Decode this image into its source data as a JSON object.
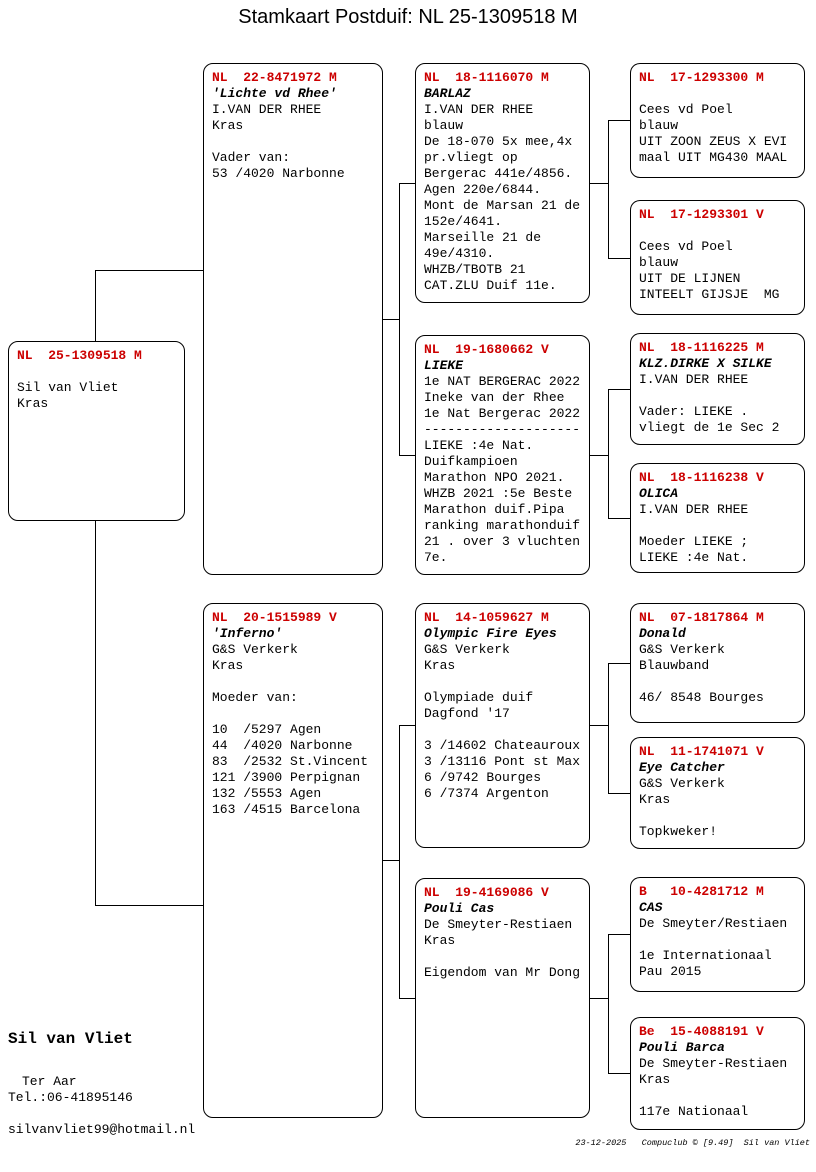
{
  "title": "Stamkaart Postduif: NL  25-1309518 M",
  "colors": {
    "ring_red": "#cc0000",
    "line_black": "#000000"
  },
  "boxes": {
    "subject": {
      "ring": "NL  25-1309518 M",
      "name": "",
      "body": "Sil van Vliet\nKras"
    },
    "sire": {
      "ring": "NL  22-8471972 M",
      "name": "'Lichte vd Rhee'",
      "body": "I.VAN DER RHEE\nKras\n\nVader van:\n53 /4020 Narbonne"
    },
    "dam": {
      "ring": "NL  20-1515989 V",
      "name": "'Inferno'",
      "body": "G&S Verkerk\nKras\n\nMoeder van:\n\n10  /5297 Agen\n44  /4020 Narbonne\n83  /2532 St.Vincent\n121 /3900 Perpignan\n132 /5553 Agen\n163 /4515 Barcelona"
    },
    "ss": {
      "ring": "NL  18-1116070 M",
      "name": "BARLAZ",
      "body": "I.VAN DER RHEE\nblauw\nDe 18-070 5x mee,4x\npr.vliegt op\nBergerac 441e/4856.\nAgen 220e/6844.\nMont de Marsan 21 de\n152e/4641.\nMarseille 21 de\n49e/4310.\nWHZB/TBOTB 21\nCAT.ZLU Duif 11e."
    },
    "sd": {
      "ring": "NL  19-1680662 V",
      "name": "LIEKE",
      "body": "1e NAT BERGERAC 2022\nIneke van der Rhee\n1e Nat Bergerac 2022\n--------------------\nLIEKE :4e Nat.\nDuifkampioen\nMarathon NPO 2021.\nWHZB 2021 :5e Beste\nMarathon duif.Pipa\nranking marathonduif\n21 . over 3 vluchten\n7e."
    },
    "ds": {
      "ring": "NL  14-1059627 M",
      "name": "Olympic Fire Eyes",
      "body": "G&S Verkerk\nKras\n\nOlympiade duif\nDagfond '17\n\n3 /14602 Chateauroux\n3 /13116 Pont st Max\n6 /9742 Bourges\n6 /7374 Argenton"
    },
    "dd": {
      "ring": "NL  19-4169086 V",
      "name": "Pouli Cas",
      "body": "De Smeyter-Restiaen\nKras\n\nEigendom van Mr Dong"
    },
    "sss": {
      "ring": "NL  17-1293300 M",
      "name": "",
      "body": "Cees vd Poel\nblauw\nUIT ZOON ZEUS X EVI\nmaal UIT MG430 MAAL"
    },
    "ssd": {
      "ring": "NL  17-1293301 V",
      "name": "",
      "body": "Cees vd Poel\nblauw\nUIT DE LIJNEN\nINTEELT GIJSJE  MG"
    },
    "sds": {
      "ring": "NL  18-1116225 M",
      "name": "KLZ.DIRKE X SILKE",
      "body": "I.VAN DER RHEE\n\nVader: LIEKE .\nvliegt de 1e Sec 2"
    },
    "sdd": {
      "ring": "NL  18-1116238 V",
      "name": "OLICA",
      "body": "I.VAN DER RHEE\n\nMoeder LIEKE ;\nLIEKE :4e Nat."
    },
    "dss": {
      "ring": "NL  07-1817864 M",
      "name": "Donald",
      "body": "G&S Verkerk\nBlauwband\n\n46/ 8548 Bourges"
    },
    "dsd": {
      "ring": "NL  11-1741071 V",
      "name": "Eye Catcher",
      "body": "G&S Verkerk\nKras\n\nTopkweker!"
    },
    "dds": {
      "ring": "B   10-4281712 M",
      "name": "CAS",
      "body": "De Smeyter/Restiaen\n\n1e Internationaal\nPau 2015"
    },
    "ddd": {
      "ring": "Be  15-4088191 V",
      "name": "Pouli Barca",
      "body": "De Smeyter-Restiaen\nKras\n\n117e Nationaal"
    }
  },
  "footer": {
    "owner_name": "Sil van Vliet",
    "address": "Ter Aar",
    "phone": "Tel.:06-41895146",
    "email": "silvanvliet99@hotmail.nl",
    "credits": "23-12-2025   Compuclub © [9.49]  Sil van Vliet"
  }
}
